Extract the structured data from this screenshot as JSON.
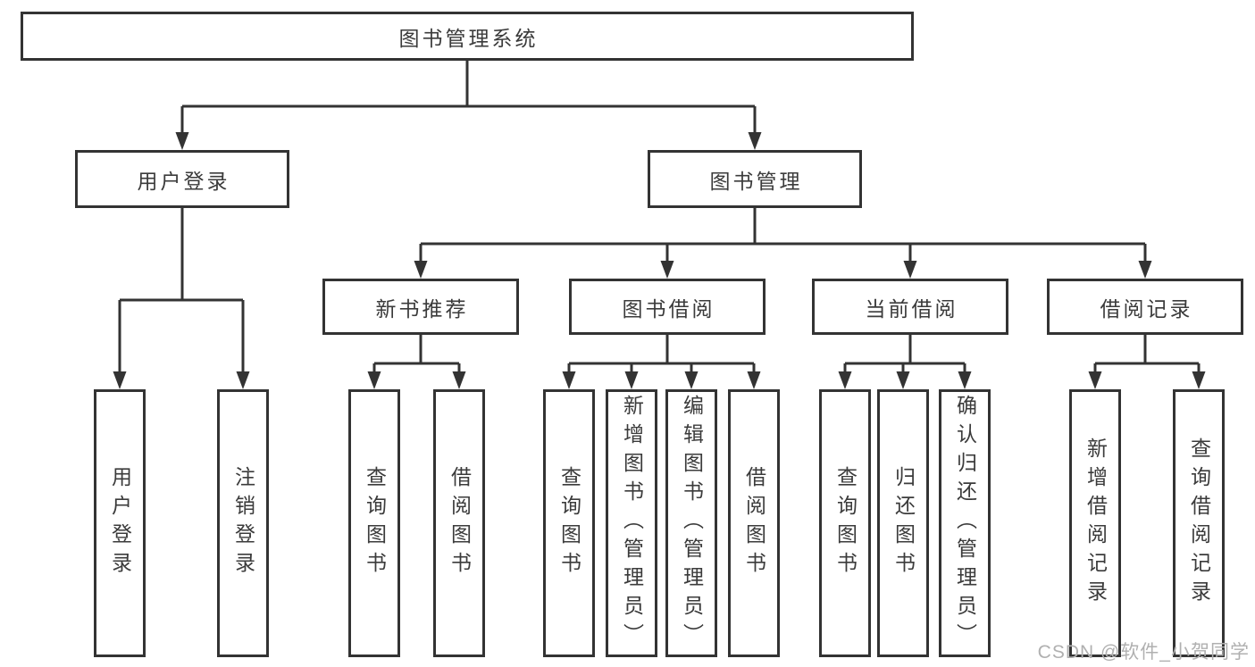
{
  "root": {
    "label": "图书管理系统"
  },
  "nodes": {
    "user_login": "用户登录",
    "book_mgmt": "图书管理",
    "new_book": "新书推荐",
    "book_borrow": "图书借阅",
    "current_borrow": "当前借阅",
    "borrow_record": "借阅记录"
  },
  "leaves": {
    "user_login": [
      "用户登录",
      "注销登录"
    ],
    "new_book": [
      "查询图书",
      "借阅图书"
    ],
    "book_borrow": [
      "查询图书",
      "新增图书（管理员）",
      "编辑图书（管理员）",
      "借阅图书"
    ],
    "current_borrow": [
      "查询图书",
      "归还图书",
      "确认归还（管理员）"
    ],
    "borrow_record": [
      "新增借阅记录",
      "查询借阅记录"
    ]
  },
  "watermark": "CSDN @软件_小贺同学",
  "colors": {
    "line": "#333333",
    "box_border": "#333333",
    "box_fill": "#ffffff",
    "text": "#3b3b3b",
    "watermark": "#b0b0b0",
    "background": "#ffffff"
  }
}
